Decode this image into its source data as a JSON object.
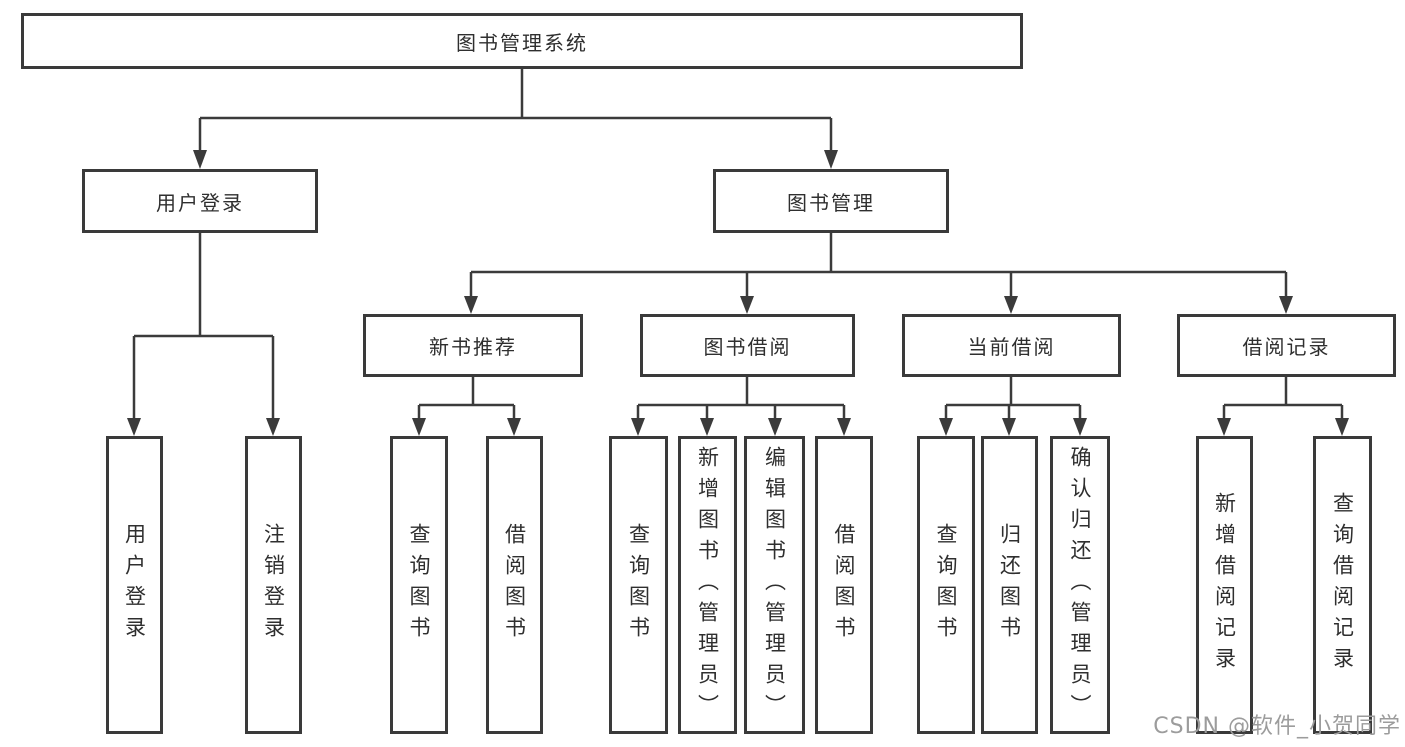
{
  "root": {
    "label": "图书管理系统"
  },
  "level2": [
    {
      "label": "用户登录",
      "parent": "图书管理系统"
    },
    {
      "label": "图书管理",
      "parent": "图书管理系统"
    }
  ],
  "level3": [
    {
      "label": "新书推荐",
      "parent": "图书管理"
    },
    {
      "label": "图书借阅",
      "parent": "图书管理"
    },
    {
      "label": "当前借阅",
      "parent": "图书管理"
    },
    {
      "label": "借阅记录",
      "parent": "图书管理"
    }
  ],
  "level4": [
    {
      "label": "用户登录",
      "parent": "用户登录"
    },
    {
      "label": "注销登录",
      "parent": "用户登录"
    },
    {
      "label": "查询图书",
      "parent": "新书推荐"
    },
    {
      "label": "借阅图书",
      "parent": "新书推荐"
    },
    {
      "label": "查询图书",
      "parent": "图书借阅"
    },
    {
      "label": "新增图书（管理员）",
      "parent": "图书借阅"
    },
    {
      "label": "编辑图书（管理员）",
      "parent": "图书借阅"
    },
    {
      "label": "借阅图书",
      "parent": "图书借阅"
    },
    {
      "label": "查询图书",
      "parent": "当前借阅"
    },
    {
      "label": "归还图书",
      "parent": "当前借阅"
    },
    {
      "label": "确认归还（管理员）",
      "parent": "当前借阅"
    },
    {
      "label": "新增借阅记录",
      "parent": "借阅记录"
    },
    {
      "label": "查询借阅记录",
      "parent": "借阅记录"
    }
  ],
  "watermark": {
    "text": "CSDN @软件_小贺同学"
  },
  "colors": {
    "line": "#3b3b3b",
    "box_border": "#3a3a3a",
    "text": "#2f2f2f",
    "watermark": "#9c9c9c",
    "background": "#ffffff"
  }
}
